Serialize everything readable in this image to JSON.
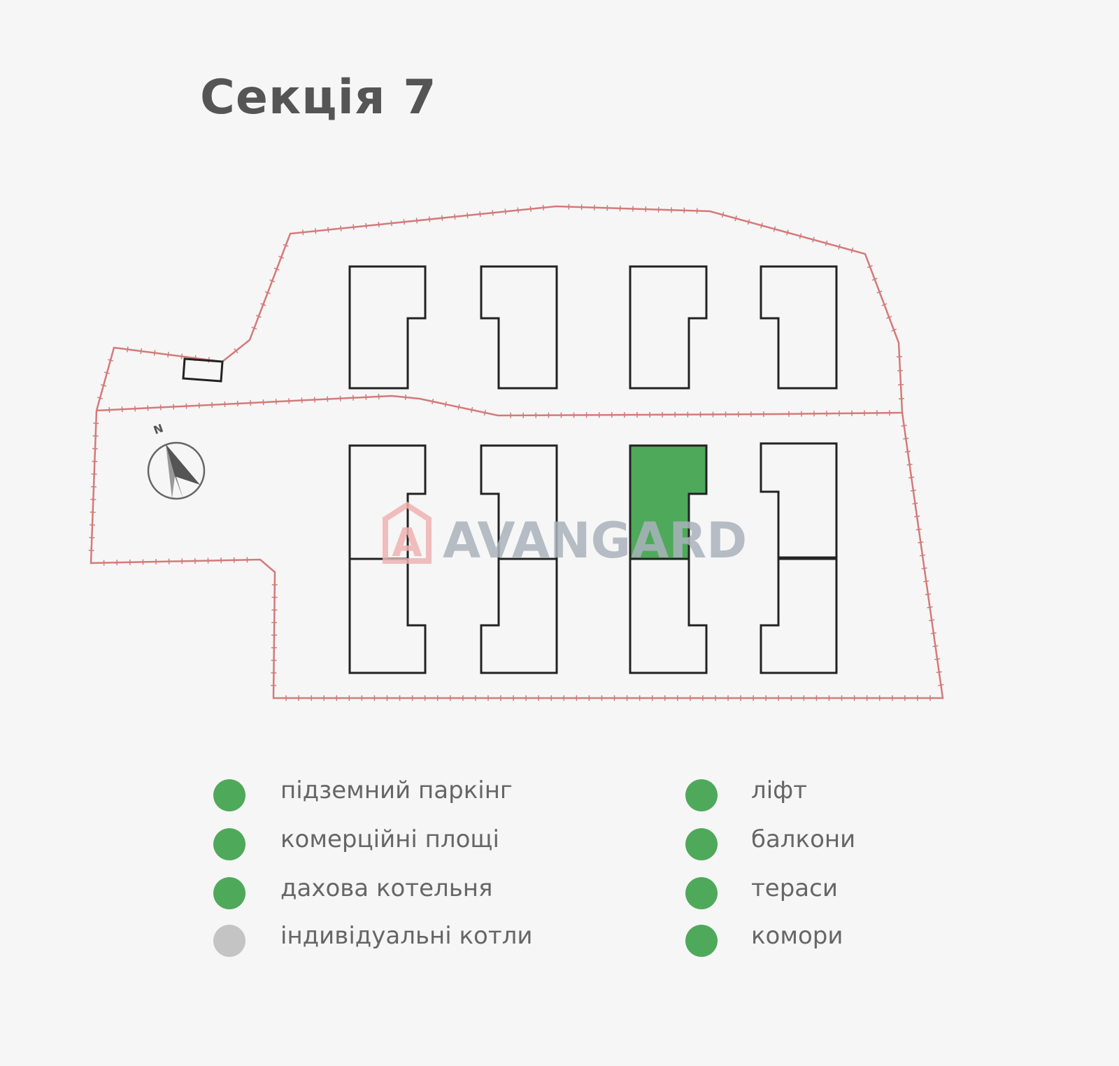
{
  "title": "Секція 7",
  "watermark": {
    "text": "AVANGARD",
    "color": "#aab3bc",
    "logo_color": "#f0b3b3"
  },
  "compass": {
    "letter": "N"
  },
  "colors": {
    "boundary": "#d47a7a",
    "building_outline": "#222222",
    "highlight": "#4fa95a",
    "available": "#4fa95a",
    "unavailable": "#c4c4c4"
  },
  "plan": {
    "highlighted_section": "7"
  },
  "legend": {
    "left": [
      {
        "label": "підземний паркінг",
        "available": true
      },
      {
        "label": "комерційні площі",
        "available": true
      },
      {
        "label": "дахова котельня",
        "available": true
      },
      {
        "label": "індивідуальні котли",
        "available": false
      }
    ],
    "right": [
      {
        "label": "ліфт",
        "available": true
      },
      {
        "label": "балкони",
        "available": true
      },
      {
        "label": "тераси",
        "available": true
      },
      {
        "label": "комори",
        "available": true
      }
    ]
  }
}
